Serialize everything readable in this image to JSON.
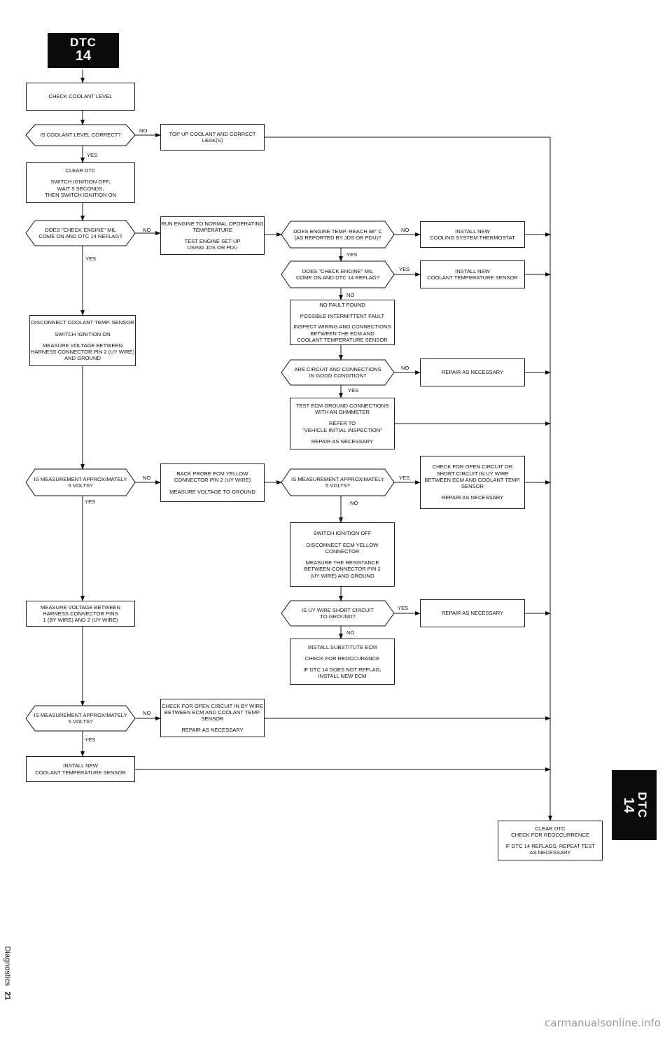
{
  "header": {
    "dtc_label": "DTC",
    "dtc_number": "14"
  },
  "side_tab": {
    "dtc_label": "DTC",
    "dtc_number": "14"
  },
  "footer": {
    "section": "Diagnostics",
    "page": "21"
  },
  "watermark": "carmanualsonline.info",
  "labels": {
    "yes": "YES",
    "no": "NO"
  },
  "nodes": {
    "check_coolant": [
      "CHECK COOLANT LEVEL"
    ],
    "q_coolant_level": [
      "IS COOLANT LEVEL CORRECT?"
    ],
    "top_up": [
      "TOP UP COOLANT AND CORRECT",
      "LEAK(S)"
    ],
    "clear_dtc_1": [
      "CLEAR DTC",
      "",
      "SWITCH IGNITION OFF;",
      "WAIT 5 SECONDS,",
      "THEN SWITCH IGNITION ON"
    ],
    "q_mil_1": [
      "DOES \"CHECK ENGINE\" MIL",
      "COME ON AND DTC 14 REFLAG?"
    ],
    "run_engine": [
      "RUN ENGINE TO NORMAL OPOERATING",
      "TEMPERATURE",
      "",
      "TEST ENGINE SET-UP",
      "USING JDS OR PDU"
    ],
    "q_engine_temp": [
      "DOES ENGINE TEMP. REACH 88° C",
      "(AS REPORTED BY JDS OR PDU)?"
    ],
    "install_thermostat": [
      "INSTALL NEW",
      "COOLING SYSTEM THERMOSTAT"
    ],
    "q_mil_2": [
      "DOES \"CHECK ENGINE\" MIL",
      "COME ON AND DTC 14 REFLAG?"
    ],
    "install_sensor_1": [
      "INSTALL NEW",
      "COOLANT TEMPERATURE SENSOR"
    ],
    "no_fault": [
      "NO FAULT FOUND",
      "",
      "POSSIBLE INTERMITTENT FAULT",
      "",
      "INSPECT WIRING AND CONNECTIONS",
      "BETWEEN THE ECM AND",
      "COOLANT TEMPERATURE SENSOR"
    ],
    "disconnect_sensor": [
      "DISCONNECT COOLANT TEMP. SENSOR",
      "",
      "SWITCH IGNITION ON",
      "",
      "MEASURE VOLTAGE BETWEEN",
      "HARNESS CONNECTOR PIN 2 (UY WIRE)",
      "AND GROUND"
    ],
    "q_circuit_good": [
      "ARE CIRCUIT AND CONNECTIONS",
      "IN GOOD CONDITION?"
    ],
    "repair_1": [
      "REPAIR AS NECESSARY"
    ],
    "test_ecm_ground": [
      "TEST ECM GROUND CONNECTIONS",
      "WITH AN OHMMETER",
      "",
      "REFER TO",
      "\"VEHICLE INITIAL INSPECTION\"",
      "",
      "REPAIR AS NECESSARY"
    ],
    "q_5v_1": [
      "IS MEASUREMENT APPROXIMATELY",
      "5 VOLTS?"
    ],
    "back_probe": [
      "BACK PROBE ECM YELLOW",
      "CONNECTOR PIN 2 (UY WIRE)",
      "",
      "MEASURE VOLTAGE TO GROUND"
    ],
    "q_5v_2": [
      "IS MEASUREMENT APPROXIMATELY",
      "5 VOLTS?"
    ],
    "check_open_uy": [
      "CHECK FOR OPEN CIRCUIT OR",
      "SHORT CIRCUIT IN UY WIRE",
      "BETWEEN ECM AND COOLANT TEMP.",
      "SENSOR",
      "",
      "REPAIR AS NECESSARY"
    ],
    "switch_off": [
      "SWITCH IGNITION OFF",
      "",
      "DISCONNECT ECM YELLOW",
      "CONNECTOR",
      "",
      "MEASURE THE RESISTANCE",
      "BETWEEN CONNECTOR PIN 2",
      "(UY WIRE) AND GROUND"
    ],
    "measure_pins": [
      "MEASURE VOLTAGE BETWEEN",
      "HARNESS CONNECTOR PINS",
      "1 (BY WIRE) AND 2 (UY WIRE)"
    ],
    "q_short": [
      "IS UY WIRE SHORT CIRCUIT",
      "TO GROUND?"
    ],
    "repair_2": [
      "REPAIR AS NECESSARY"
    ],
    "install_ecm": [
      "INSTALL SUBSTITUTE ECM",
      "",
      "CHECK FOR REOCCURANCE",
      "",
      "IF DTC 14 DOES NOT REFLAG,",
      "INSTALL NEW ECM"
    ],
    "q_5v_3": [
      "IS MEASUREMENT APPROXIMATELY",
      "5 VOLTS?"
    ],
    "check_open_by": [
      "CHECK FOR OPEN CIRCUIT IN BY WIRE",
      "BETWEEN ECM AND COOLANT TEMP.",
      "SENSOR",
      "",
      "REPAIR AS NECESSARY"
    ],
    "install_sensor_2": [
      "INSTALL NEW",
      "COOLANT TEMPERATURE SENSOR"
    ],
    "clear_dtc_final": [
      "CLEAR DTC",
      "CHECK FOR REOCCURRENCE",
      "",
      "IF DTC 14 REFLAGS, REPEAT TEST",
      "AS NECESSARY"
    ]
  }
}
